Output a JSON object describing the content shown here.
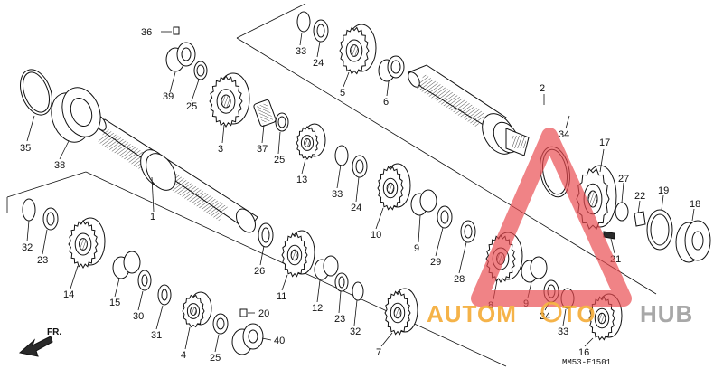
{
  "diagram": {
    "code": "MM53-E1501",
    "direction_label": "FR.",
    "colors": {
      "ink": "#111111",
      "watermark_red": "#e8484d",
      "watermark_orange": "#f4a62a",
      "watermark_gray": "#9a9a9a"
    },
    "callouts": {
      "c1": "1",
      "c2": "2",
      "c3": "3",
      "c4": "4",
      "c5": "5",
      "c6": "6",
      "c7": "7",
      "c8": "8",
      "c9a": "9",
      "c9b": "9",
      "c10": "10",
      "c11": "11",
      "c12": "12",
      "c13": "13",
      "c14": "14",
      "c15": "15",
      "c16": "16",
      "c17": "17",
      "c18": "18",
      "c19": "19",
      "c20": "20",
      "c21": "21",
      "c22": "22",
      "c23a": "23",
      "c23b": "23",
      "c24a": "24",
      "c24b": "24",
      "c24c": "24",
      "c25a": "25",
      "c25b": "25",
      "c25c": "25",
      "c26": "26",
      "c27": "27",
      "c28": "28",
      "c29": "29",
      "c30": "30",
      "c31": "31",
      "c32a": "32",
      "c32b": "32",
      "c33a": "33",
      "c33b": "33",
      "c33c": "33",
      "c34": "34",
      "c35": "35",
      "c36": "36",
      "c37": "37",
      "c38": "38",
      "c39": "39",
      "c40": "40"
    }
  },
  "watermark": {
    "part1": "AUTOM",
    "part2": "TO",
    "part3": "HUB"
  }
}
